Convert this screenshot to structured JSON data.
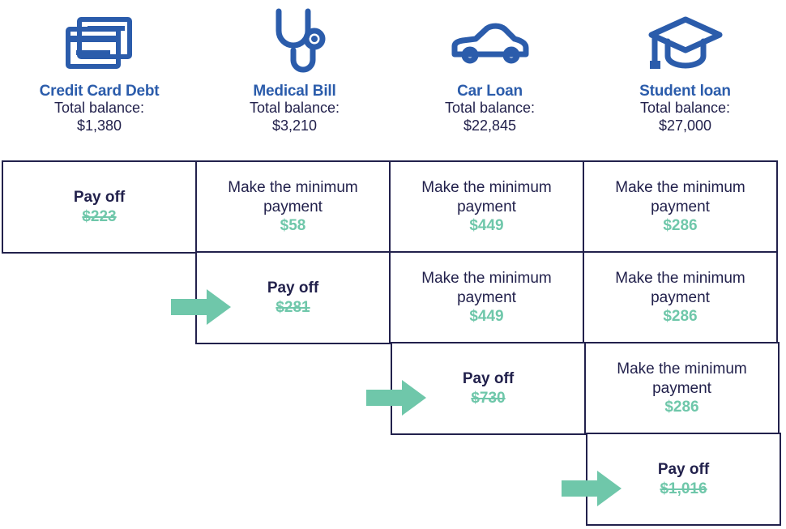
{
  "debts": [
    {
      "icon": "credit-cards-icon",
      "name": "Credit Card Debt",
      "balance_label": "Total balance:",
      "balance": "$1,380"
    },
    {
      "icon": "stethoscope-icon",
      "name": "Medical Bill",
      "balance_label": "Total balance:",
      "balance": "$3,210"
    },
    {
      "icon": "car-icon",
      "name": "Car Loan",
      "balance_label": "Total balance:",
      "balance": "$22,845"
    },
    {
      "icon": "graduation-cap-icon",
      "name": "Student loan",
      "balance_label": "Total balance:",
      "balance": "$27,000"
    }
  ],
  "rows": [
    {
      "cells": [
        {
          "state": "filled",
          "action": "Pay off",
          "kind": "payoff",
          "amount": "$223",
          "struck": true
        },
        {
          "state": "filled",
          "action": "Make the minimum payment",
          "kind": "minimum",
          "amount": "$58",
          "struck": false
        },
        {
          "state": "filled",
          "action": "Make the minimum payment",
          "kind": "minimum",
          "amount": "$449",
          "struck": false
        },
        {
          "state": "filled",
          "action": "Make the minimum payment",
          "kind": "minimum",
          "amount": "$286",
          "struck": false
        }
      ]
    },
    {
      "cells": [
        {
          "state": "empty",
          "action": "",
          "kind": "",
          "amount": "",
          "struck": false
        },
        {
          "state": "filled",
          "action": "Pay off",
          "kind": "payoff",
          "amount": "$281",
          "struck": true
        },
        {
          "state": "filled",
          "action": "Make the minimum payment",
          "kind": "minimum",
          "amount": "$449",
          "struck": false
        },
        {
          "state": "filled",
          "action": "Make the minimum payment",
          "kind": "minimum",
          "amount": "$286",
          "struck": false
        }
      ]
    },
    {
      "cells": [
        {
          "state": "empty",
          "action": "",
          "kind": "",
          "amount": "",
          "struck": false
        },
        {
          "state": "empty",
          "action": "",
          "kind": "",
          "amount": "",
          "struck": false
        },
        {
          "state": "filled",
          "action": "Pay off",
          "kind": "payoff",
          "amount": "$730",
          "struck": true
        },
        {
          "state": "filled",
          "action": "Make the minimum payment",
          "kind": "minimum",
          "amount": "$286",
          "struck": false
        }
      ]
    },
    {
      "cells": [
        {
          "state": "empty",
          "action": "",
          "kind": "",
          "amount": "",
          "struck": false
        },
        {
          "state": "empty",
          "action": "",
          "kind": "",
          "amount": "",
          "struck": false
        },
        {
          "state": "empty",
          "action": "",
          "kind": "",
          "amount": "",
          "struck": false
        },
        {
          "state": "filled",
          "action": "Pay off",
          "kind": "payoff",
          "amount": "$1,016",
          "struck": true
        }
      ]
    }
  ],
  "arrows": [
    {
      "name": "arrow-to-medical-bill-payoff"
    },
    {
      "name": "arrow-to-car-loan-payoff"
    },
    {
      "name": "arrow-to-student-loan-payoff"
    }
  ],
  "colors": {
    "heading_blue": "#2b5cab",
    "text_navy": "#22214c",
    "accent_green": "#6fc7aa",
    "background": "#ffffff"
  }
}
